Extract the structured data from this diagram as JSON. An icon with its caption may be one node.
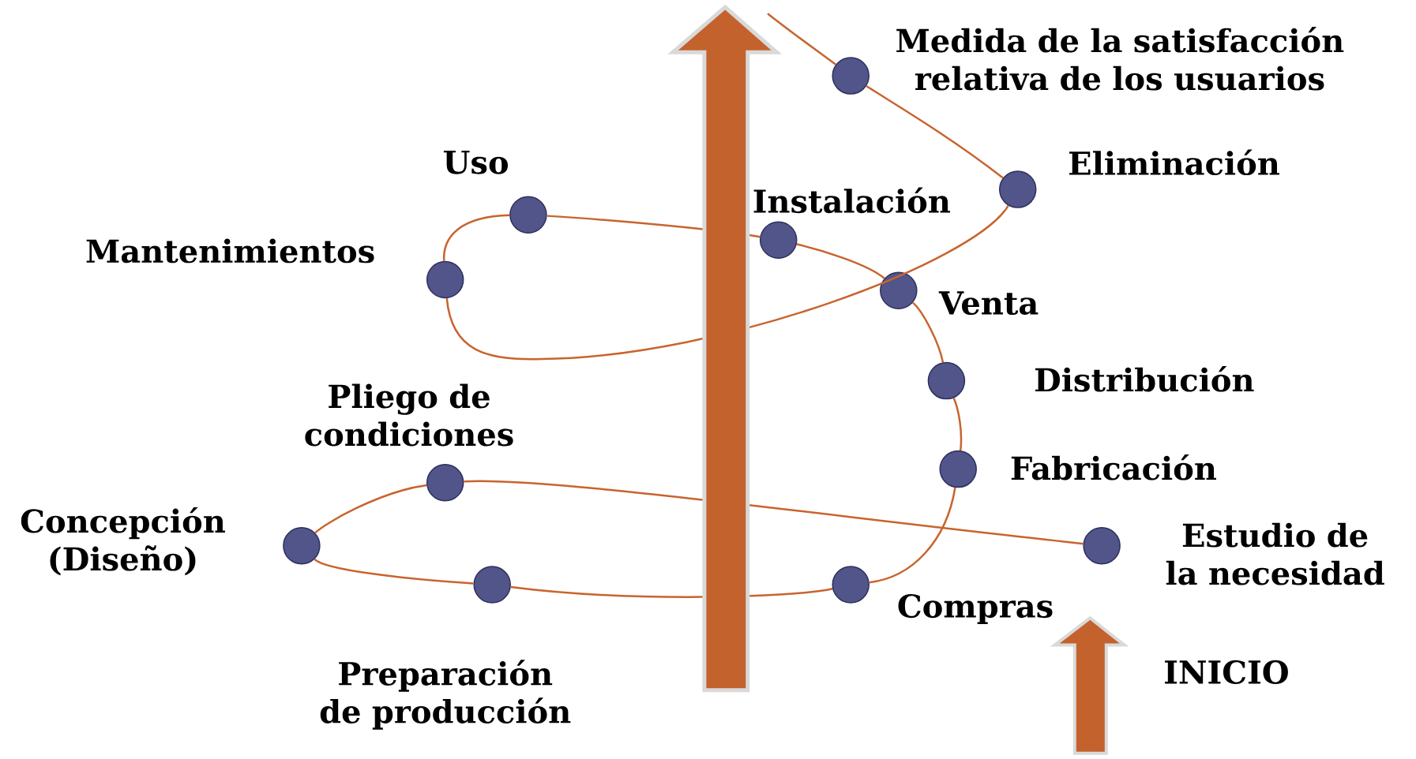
{
  "diagram": {
    "nodes": [
      {
        "text": [],
        "shape": "circle",
        "beside": [
          "Medida de la satisfacción relativa de los usuarios"
        ]
      },
      {
        "text": [],
        "shape": "circle",
        "beside": [
          "Eliminación"
        ]
      },
      {
        "text": [],
        "shape": "circle",
        "beside": [
          "Uso"
        ]
      },
      {
        "text": [],
        "shape": "circle",
        "beside": [
          "Instalación"
        ]
      },
      {
        "text": [],
        "shape": "circle",
        "beside": [
          "Mantenimientos"
        ]
      },
      {
        "text": [],
        "shape": "circle",
        "beside": [
          "Venta"
        ]
      },
      {
        "text": [],
        "shape": "circle",
        "beside": [
          "Distribución"
        ]
      },
      {
        "text": [],
        "shape": "circle",
        "beside": [
          "Fabricación"
        ]
      },
      {
        "text": [],
        "shape": "circle",
        "beside": [
          "Pliego de condiciones"
        ]
      },
      {
        "text": [],
        "shape": "circle",
        "beside": [
          "Concepción (Diseño)"
        ]
      },
      {
        "text": [],
        "shape": "circle",
        "beside": [
          "Estudio de la necesidad"
        ]
      },
      {
        "text": [],
        "shape": "circle",
        "beside": [
          "Compras"
        ]
      },
      {
        "text": [],
        "shape": "circle",
        "beside": [
          "Preparación de producción"
        ]
      }
    ],
    "edges": [
      {
        "from": 10,
        "to": 8,
        "arrow": "none"
      },
      {
        "from": 8,
        "to": 9,
        "arrow": "none"
      },
      {
        "from": 9,
        "to": 12,
        "arrow": "none"
      },
      {
        "from": 12,
        "to": 11,
        "arrow": "none"
      },
      {
        "from": 11,
        "to": 7,
        "arrow": "none"
      },
      {
        "from": 7,
        "to": 6,
        "arrow": "none"
      },
      {
        "from": 6,
        "to": 5,
        "arrow": "none"
      },
      {
        "from": 5,
        "to": 3,
        "arrow": "none"
      },
      {
        "from": 3,
        "to": 2,
        "arrow": "none"
      },
      {
        "from": 2,
        "to": 4,
        "arrow": "none"
      },
      {
        "from": 4,
        "to": 1,
        "arrow": "none"
      },
      {
        "from": 1,
        "to": 0,
        "arrow": "none"
      },
      {
        "from": 0,
        "to": null,
        "arrow": "none"
      }
    ],
    "labels": [
      "INICIO"
    ]
  }
}
